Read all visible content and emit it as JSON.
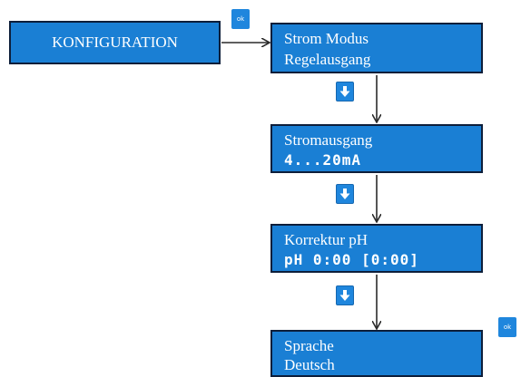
{
  "config_box": {
    "label": "KONFIGURATION"
  },
  "ok_badges": [
    "ok",
    "ok"
  ],
  "menu_boxes": [
    {
      "line1": "Strom Modus",
      "line2": "Regelausgang"
    },
    {
      "line1": "Stromausgang",
      "line2": "4...20mA"
    },
    {
      "line1": "Korrektur pH",
      "line2": "pH 0:00 [0:00]"
    },
    {
      "line1": "Sprache",
      "line2": "Deutsch"
    }
  ],
  "colors": {
    "box_fill": "#1a7fd4",
    "box_border": "#0d1e3a",
    "button_fill": "#1f86dd",
    "arrow": "#2a2a2a"
  },
  "icons": {
    "down_button": "down-arrow-icon",
    "ok_badge": "ok-button-icon"
  }
}
